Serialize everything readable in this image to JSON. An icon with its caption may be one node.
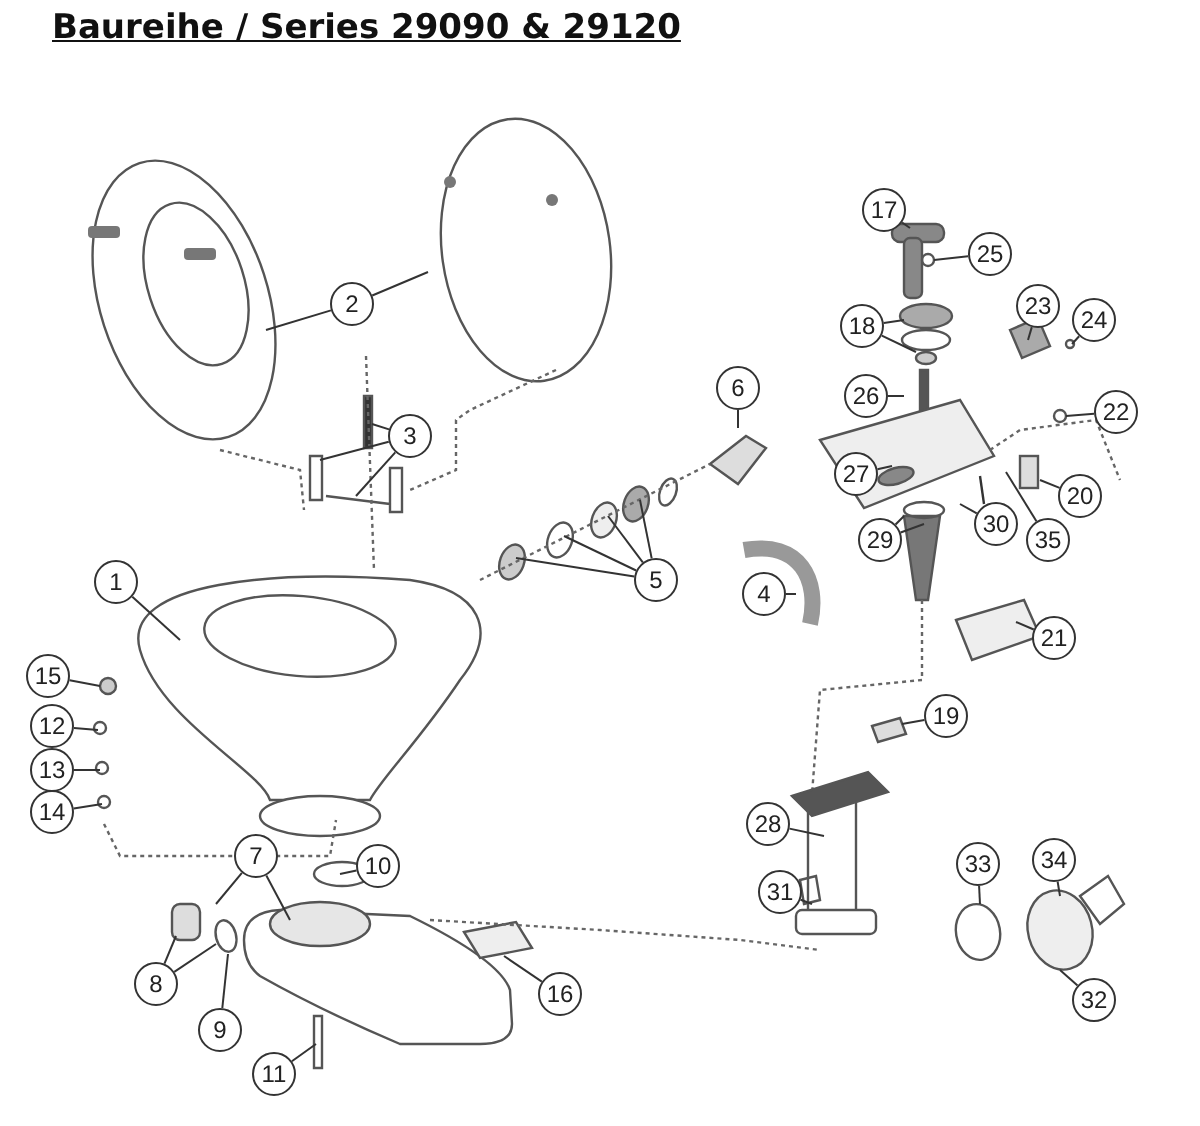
{
  "diagram": {
    "title": "Baureihe / Series 29090 & 29120",
    "nodes": [
      {
        "text": [
          "1"
        ]
      },
      {
        "text": [
          "2"
        ]
      },
      {
        "text": [
          "3"
        ]
      },
      {
        "text": [
          "4"
        ]
      },
      {
        "text": [
          "5"
        ]
      },
      {
        "text": [
          "6"
        ]
      },
      {
        "text": [
          "7"
        ]
      },
      {
        "text": [
          "8"
        ]
      },
      {
        "text": [
          "9"
        ]
      },
      {
        "text": [
          "10"
        ]
      },
      {
        "text": [
          "11"
        ]
      },
      {
        "text": [
          "12"
        ]
      },
      {
        "text": [
          "13"
        ]
      },
      {
        "text": [
          "14"
        ]
      },
      {
        "text": [
          "15"
        ]
      },
      {
        "text": [
          "16"
        ]
      },
      {
        "text": [
          "17"
        ]
      },
      {
        "text": [
          "18"
        ]
      },
      {
        "text": [
          "19"
        ]
      },
      {
        "text": [
          "20"
        ]
      },
      {
        "text": [
          "21"
        ]
      },
      {
        "text": [
          "22"
        ]
      },
      {
        "text": [
          "23"
        ]
      },
      {
        "text": [
          "24"
        ]
      },
      {
        "text": [
          "25"
        ]
      },
      {
        "text": [
          "26"
        ]
      },
      {
        "text": [
          "27"
        ]
      },
      {
        "text": [
          "28"
        ]
      },
      {
        "text": [
          "29"
        ]
      },
      {
        "text": [
          "30"
        ]
      },
      {
        "text": [
          "31"
        ]
      },
      {
        "text": [
          "32"
        ]
      },
      {
        "text": [
          "33"
        ]
      },
      {
        "text": [
          "34"
        ]
      },
      {
        "text": [
          "35"
        ]
      }
    ],
    "edges": [
      {
        "from": 0,
        "to": null,
        "arrow": "none"
      },
      {
        "from": 1,
        "to": null,
        "arrow": "none"
      },
      {
        "from": 1,
        "to": null,
        "arrow": "none"
      },
      {
        "from": 2,
        "to": null,
        "arrow": "none"
      },
      {
        "from": 2,
        "to": null,
        "arrow": "none"
      },
      {
        "from": 2,
        "to": null,
        "arrow": "none"
      },
      {
        "from": 3,
        "to": null,
        "arrow": "none"
      },
      {
        "from": 4,
        "to": null,
        "arrow": "none"
      },
      {
        "from": 4,
        "to": null,
        "arrow": "none"
      },
      {
        "from": 4,
        "to": null,
        "arrow": "none"
      },
      {
        "from": 4,
        "to": null,
        "arrow": "none"
      },
      {
        "from": 5,
        "to": null,
        "arrow": "none"
      },
      {
        "from": 6,
        "to": null,
        "arrow": "none"
      },
      {
        "from": 6,
        "to": null,
        "arrow": "none"
      },
      {
        "from": 7,
        "to": null,
        "arrow": "none"
      },
      {
        "from": 7,
        "to": null,
        "arrow": "none"
      },
      {
        "from": 8,
        "to": null,
        "arrow": "none"
      },
      {
        "from": 9,
        "to": null,
        "arrow": "none"
      },
      {
        "from": 10,
        "to": null,
        "arrow": "none"
      },
      {
        "from": 11,
        "to": null,
        "arrow": "none"
      },
      {
        "from": 12,
        "to": null,
        "arrow": "none"
      },
      {
        "from": 13,
        "to": null,
        "arrow": "none"
      },
      {
        "from": 14,
        "to": null,
        "arrow": "none"
      },
      {
        "from": 15,
        "to": null,
        "arrow": "none"
      },
      {
        "from": 16,
        "to": null,
        "arrow": "none"
      },
      {
        "from": 17,
        "to": null,
        "arrow": "none"
      },
      {
        "from": 17,
        "to": null,
        "arrow": "none"
      },
      {
        "from": 18,
        "to": null,
        "arrow": "none"
      },
      {
        "from": 19,
        "to": null,
        "arrow": "none"
      },
      {
        "from": 20,
        "to": null,
        "arrow": "none"
      },
      {
        "from": 21,
        "to": null,
        "arrow": "none"
      },
      {
        "from": 22,
        "to": null,
        "arrow": "none"
      },
      {
        "from": 23,
        "to": null,
        "arrow": "none"
      },
      {
        "from": 24,
        "to": null,
        "arrow": "none"
      },
      {
        "from": 25,
        "to": null,
        "arrow": "none"
      },
      {
        "from": 26,
        "to": null,
        "arrow": "none"
      },
      {
        "from": 27,
        "to": null,
        "arrow": "none"
      },
      {
        "from": 28,
        "to": null,
        "arrow": "none"
      },
      {
        "from": 28,
        "to": null,
        "arrow": "none"
      },
      {
        "from": 29,
        "to": null,
        "arrow": "none"
      },
      {
        "from": 30,
        "to": null,
        "arrow": "none"
      },
      {
        "from": 31,
        "to": null,
        "arrow": "none"
      },
      {
        "from": 32,
        "to": null,
        "arrow": "none"
      },
      {
        "from": 33,
        "to": null,
        "arrow": "none"
      },
      {
        "from": 34,
        "to": null,
        "arrow": "none"
      }
    ]
  }
}
